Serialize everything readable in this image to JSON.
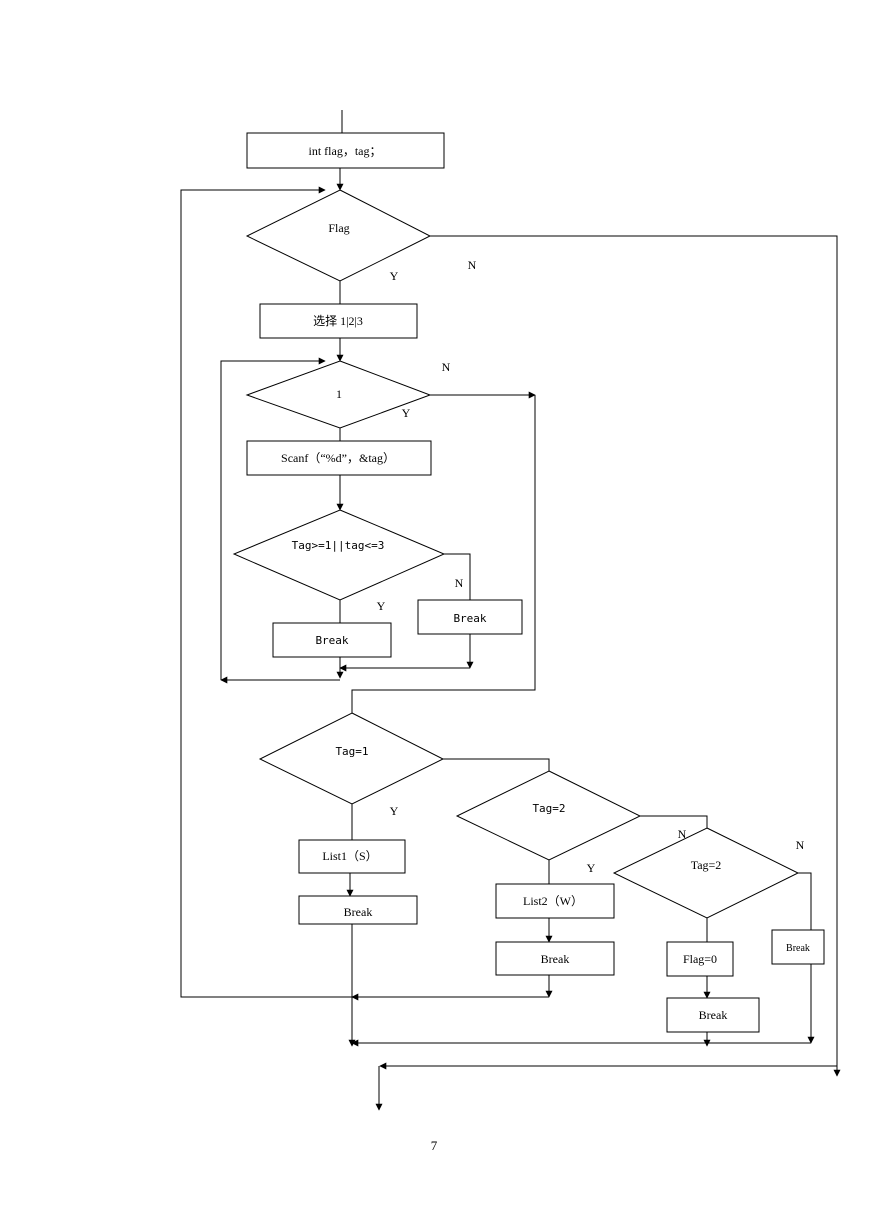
{
  "flowchart": {
    "declare": "int flag，tag；",
    "decision_flag": "Flag",
    "select": "选择 1|2|3",
    "decision_1": "1",
    "scanf": "Scanf（“%d”，&tag）",
    "decision_range": "Tag>=1||tag<=3",
    "break_range_no": "Break",
    "break_range_yes": "Break",
    "decision_tag1": "Tag=1",
    "list1": "List1（S）",
    "break_list1": "Break",
    "decision_tag2": "Tag=2",
    "list2": "List2（W）",
    "break_list2": "Break",
    "decision_tag3": "Tag=2",
    "flag0": "Flag=0",
    "break_flag0": "Break",
    "break_default": "Break",
    "labels": {
      "yes": "Y",
      "no": "N"
    }
  },
  "page_number": "7"
}
